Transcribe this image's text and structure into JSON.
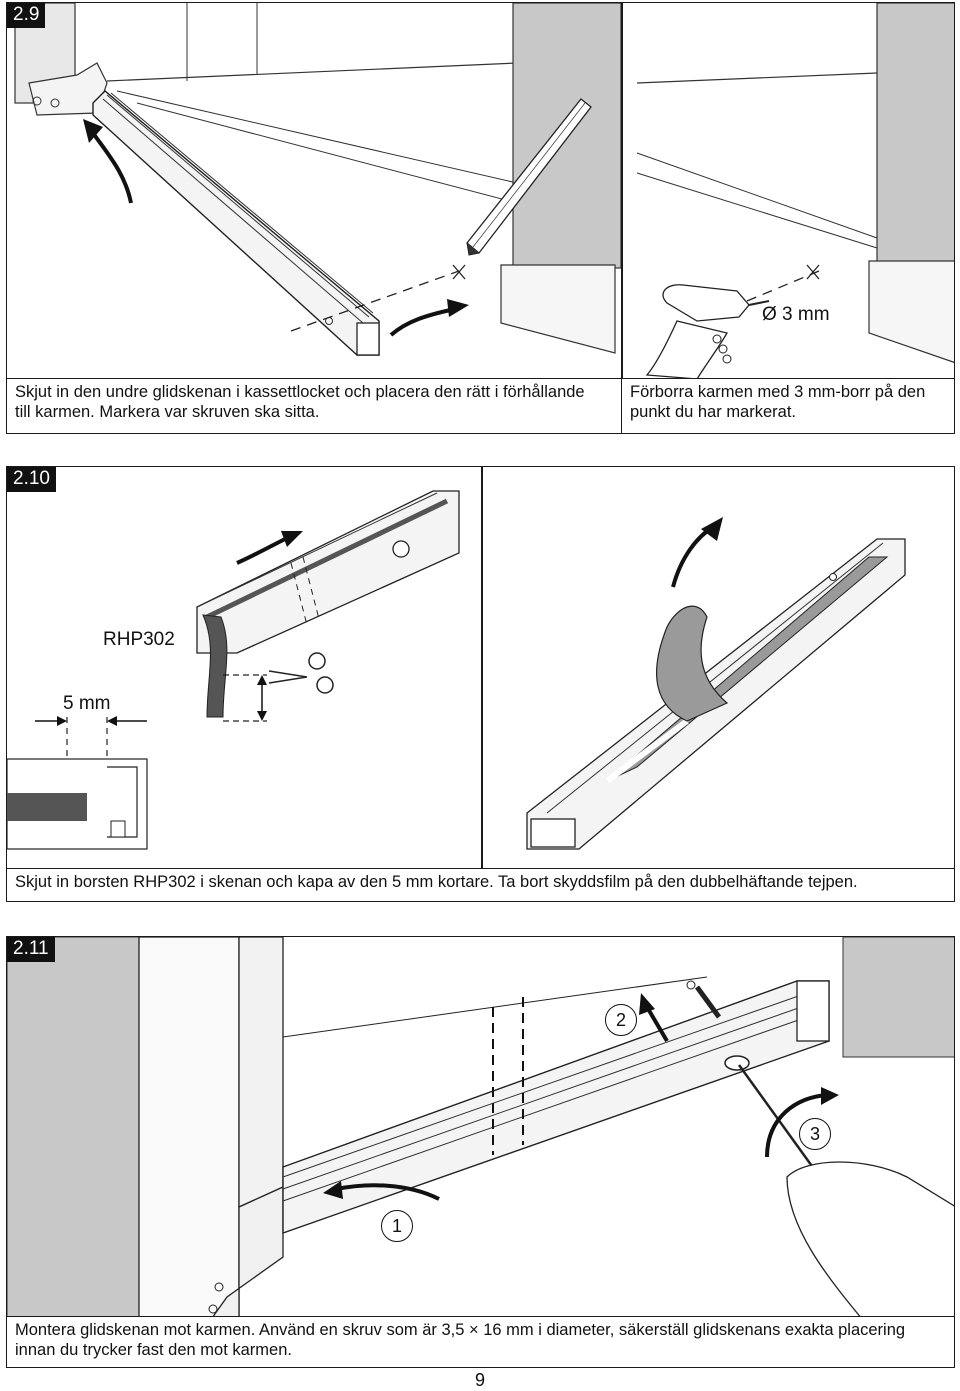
{
  "steps": [
    {
      "badge": "2.9",
      "captions": [
        "Skjut in den undre glidskenan i kassettlocket och placera den rätt i förhållande till karmen. Markera var skruven ska sitta.",
        "Förborra karmen med 3 mm-borr på den punkt du har markerat."
      ],
      "labels": {
        "drill_size": "Ø 3 mm"
      }
    },
    {
      "badge": "2.10",
      "caption": "Skjut in borsten RHP302 i skenan och kapa av den 5 mm kortare. Ta bort skyddsfilm på den dubbelhäftande tejpen.",
      "labels": {
        "part": "RHP302",
        "cut_length": "5 mm"
      }
    },
    {
      "badge": "2.11",
      "caption": "Montera glidskenan mot karmen. Använd en skruv som är 3,5 × 16 mm i diameter, säkerställ glidskenans exakta placering innan du trycker fast den mot karmen.",
      "callouts": [
        "1",
        "2",
        "3"
      ]
    }
  ],
  "page_number": "9"
}
